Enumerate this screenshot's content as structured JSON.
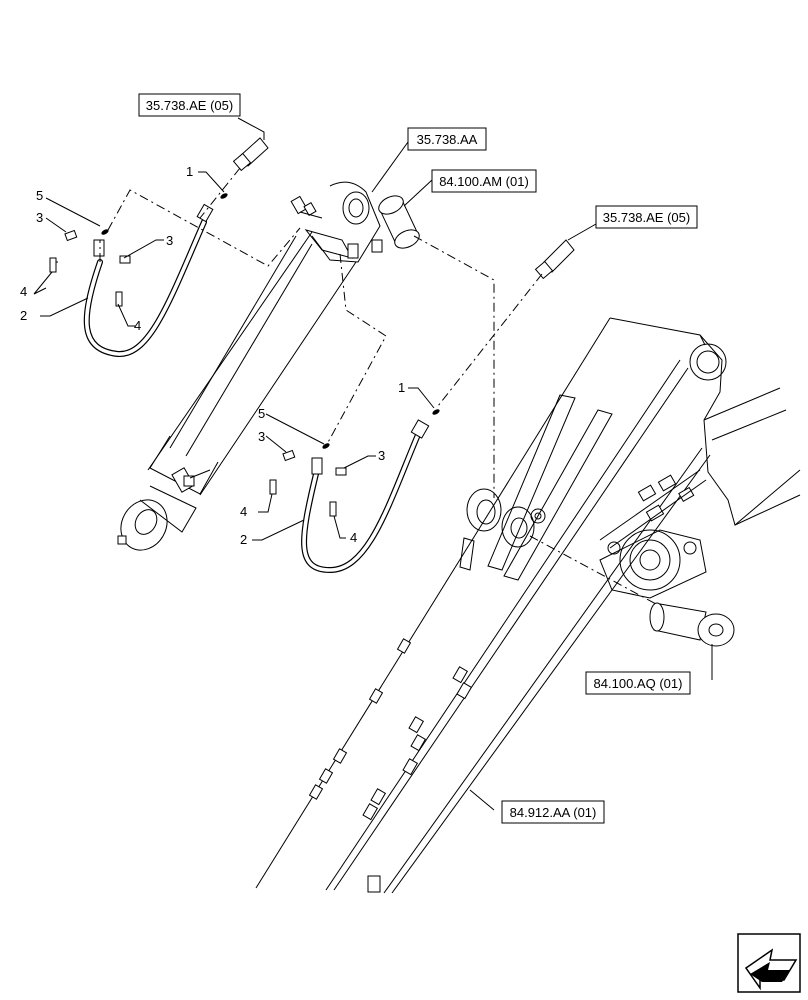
{
  "reference_boxes": [
    {
      "id": "ref-top-left",
      "text": "35.738.AE (05)"
    },
    {
      "id": "ref-cylinder",
      "text": "35.738.AA"
    },
    {
      "id": "ref-bushing",
      "text": "84.100.AM (01)"
    },
    {
      "id": "ref-right",
      "text": "35.738.AE (05)"
    },
    {
      "id": "ref-pin",
      "text": "84.100.AQ (01)"
    },
    {
      "id": "ref-arm",
      "text": "84.912.AA (01)"
    }
  ],
  "callouts": {
    "upper_1": "1",
    "upper_5": "5",
    "upper_3a": "3",
    "upper_3b": "3",
    "upper_4a": "4",
    "upper_2": "2",
    "upper_4b": "4",
    "lower_1": "1",
    "lower_5": "5",
    "lower_3a": "3",
    "lower_3b": "3",
    "lower_4a": "4",
    "lower_2": "2",
    "lower_4b": "4"
  },
  "icons": {
    "nav": "back-arrow-icon"
  }
}
